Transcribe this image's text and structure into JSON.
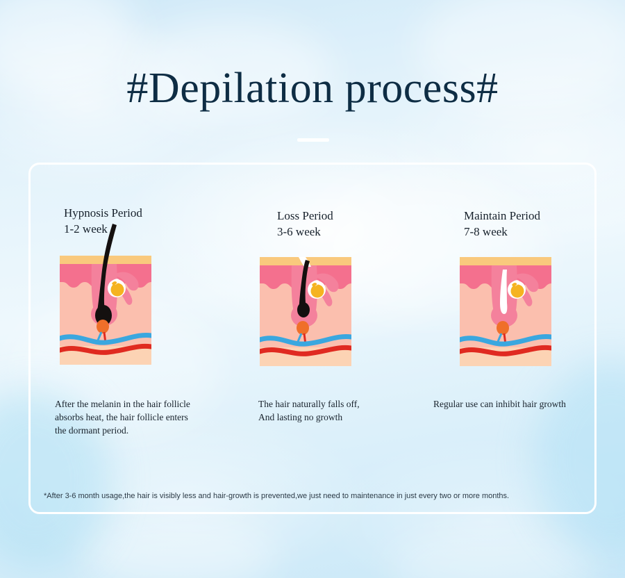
{
  "page": {
    "title": "#Depilation process#",
    "background_color": "#dcf0fa",
    "frame_border_color": "#ffffff",
    "title_color": "#0e2d44"
  },
  "stages": [
    {
      "heading_line1": "Hypnosis Period",
      "heading_line2": "1-2 week",
      "illustration": "skin-follicle-with-full-hair-icon",
      "caption_line1": "After the melanin in the hair follicle",
      "caption_line2": "absorbs heat, the hair follicle enters",
      "caption_line3": "the dormant period."
    },
    {
      "heading_line1": "Loss Period",
      "heading_line2": "3-6 week",
      "illustration": "skin-follicle-with-detaching-hair-icon",
      "caption_line1": "The hair naturally falls off,",
      "caption_line2": "And lasting no growth",
      "caption_line3": ""
    },
    {
      "heading_line1": "Maintain Period",
      "heading_line2": "7-8 week",
      "illustration": "skin-follicle-empty-icon",
      "caption_line1": "Regular use can inhibit hair growth",
      "caption_line2": "",
      "caption_line3": ""
    }
  ],
  "footnote": "*After 3-6 month usage,the hair is visibly less and hair-growth is prevented,we just need to maintenance in just every two or more months.",
  "illustration_colors": {
    "epidermis_top": "#f9c97d",
    "upper_dermis_pink": "#f4708e",
    "dermis_fill": "#fbbfae",
    "follicle_sheath": "#f4819c",
    "hair_black": "#14100f",
    "papilla_orange": "#ef6f2a",
    "sebaceous_yellow": "#f5b320",
    "vein_blue": "#3aa7df",
    "artery_red": "#e02a20",
    "subcutis": "#fbd4b2"
  }
}
